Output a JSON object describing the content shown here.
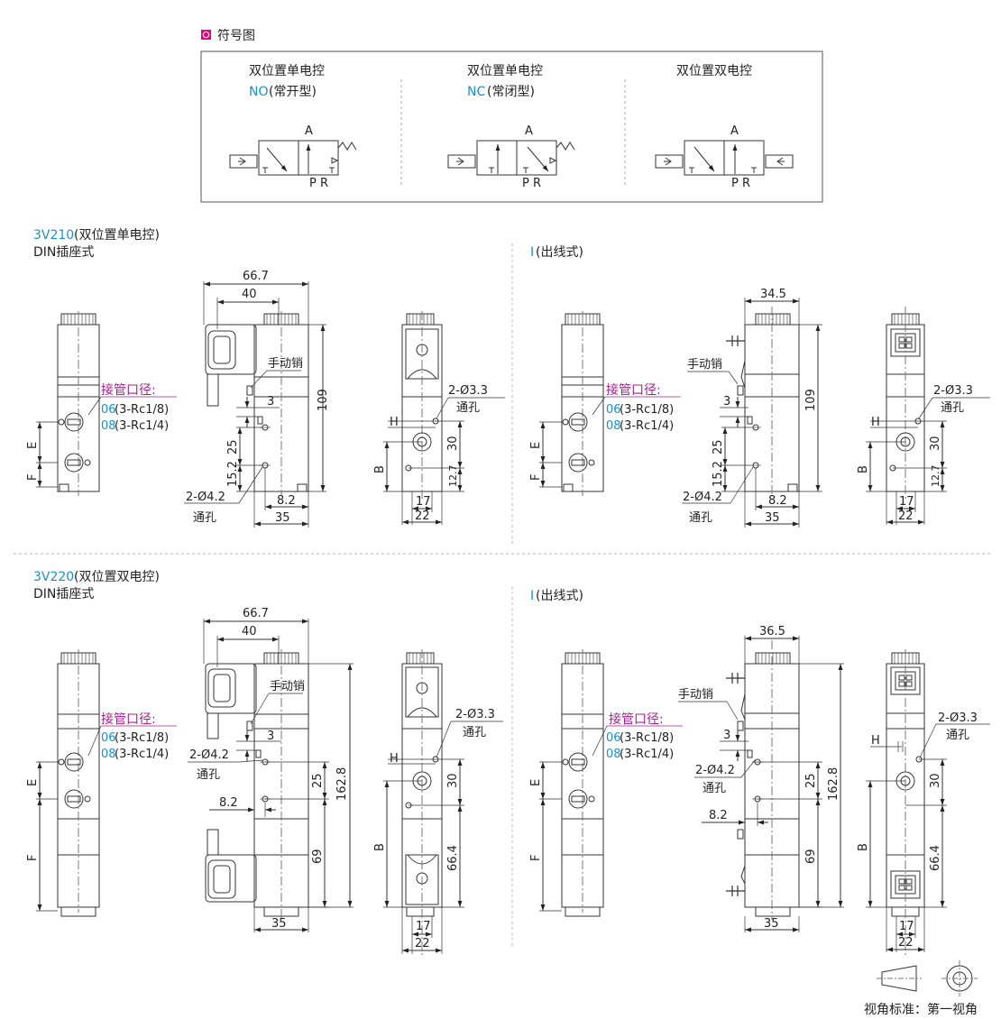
{
  "symbol_section": {
    "title": "符号图",
    "marker_color": "#e6007e",
    "items": [
      {
        "title": "双位置单电控",
        "code": "NO",
        "type_text": "(常开型)",
        "ports_top": "A",
        "ports_bottom": "P R"
      },
      {
        "title": "双位置单电控",
        "code": "NC",
        "type_text": "(常闭型)",
        "ports_top": "A",
        "ports_bottom": "P R"
      },
      {
        "title": "双位置双电控",
        "code": "",
        "type_text": "",
        "ports_top": "A",
        "ports_bottom": "P R"
      }
    ]
  },
  "sections": [
    {
      "model": "3V210",
      "model_desc": "(双位置单电控)",
      "connector": "DIN插座式",
      "variant_code": "I",
      "variant_desc": "(出线式)",
      "port_title": "接管口径:",
      "port_lines": [
        {
          "code": "06",
          "text": "(3-Rc1/8)"
        },
        {
          "code": "08",
          "text": "(3-Rc1/4)"
        }
      ],
      "dims_din": {
        "overall": "66.7",
        "coil": "40",
        "manual": "手动销",
        "three": "3",
        "height": "109",
        "e25": "25",
        "f152": "15.2",
        "hole": "2-Ø4.2",
        "hole_desc": "通孔",
        "d82": "8.2",
        "d35": "35"
      },
      "dims_side": {
        "hole": "2-Ø3.3",
        "hole_desc": "通孔",
        "h": "H",
        "b": "B",
        "d30": "30",
        "d127": "12.7",
        "d17": "17",
        "d22": "22"
      },
      "dims_out": {
        "overall": "34.5",
        "manual": "手动销",
        "three": "3",
        "height": "109",
        "e25": "25",
        "f152": "15.2",
        "hole": "2-Ø4.2",
        "hole_desc": "通孔",
        "d82": "8.2",
        "d35": "35"
      },
      "dims_out_side": {
        "hole": "2-Ø3.3",
        "hole_desc": "通孔",
        "h": "H",
        "b": "B",
        "d30": "30",
        "d127": "12.7",
        "d17": "17",
        "d22": "22"
      }
    },
    {
      "model": "3V220",
      "model_desc": "(双位置双电控)",
      "connector": "DIN插座式",
      "variant_code": "I",
      "variant_desc": "(出线式)",
      "port_title": "接管口径:",
      "port_lines": [
        {
          "code": "06",
          "text": "(3-Rc1/8)"
        },
        {
          "code": "08",
          "text": "(3-Rc1/4)"
        }
      ],
      "dims_din": {
        "overall": "66.7",
        "coil": "40",
        "manual": "手动销",
        "three": "3",
        "height": "162.8",
        "e25": "25",
        "d69": "69",
        "hole": "2-Ø4.2",
        "hole_desc": "通孔",
        "d82": "8.2",
        "d35": "35"
      },
      "dims_side": {
        "hole": "2-Ø3.3",
        "hole_desc": "通孔",
        "h": "H",
        "b": "B",
        "d30": "30",
        "d664": "66.4",
        "d17": "17",
        "d22": "22"
      },
      "dims_out": {
        "overall": "36.5",
        "manual": "手动销",
        "three": "3",
        "height": "162.8",
        "e25": "25",
        "d69": "69",
        "hole": "2-Ø4.2",
        "hole_desc": "通孔",
        "d82": "8.2",
        "d35": "35"
      },
      "dims_out_side": {
        "hole": "2-Ø3.3",
        "hole_desc": "通孔",
        "h": "H",
        "b": "B",
        "d30": "30",
        "d664": "66.4",
        "d17": "17",
        "d22": "22"
      }
    }
  ],
  "labels": {
    "e": "E",
    "f": "F"
  },
  "projection": {
    "text": "视角标准：第一视角"
  },
  "colors": {
    "accent": "#1a8fcf",
    "magenta": "#a3208c",
    "line": "#222222",
    "center_line": "#777777",
    "divider": "#b5b5b5"
  }
}
